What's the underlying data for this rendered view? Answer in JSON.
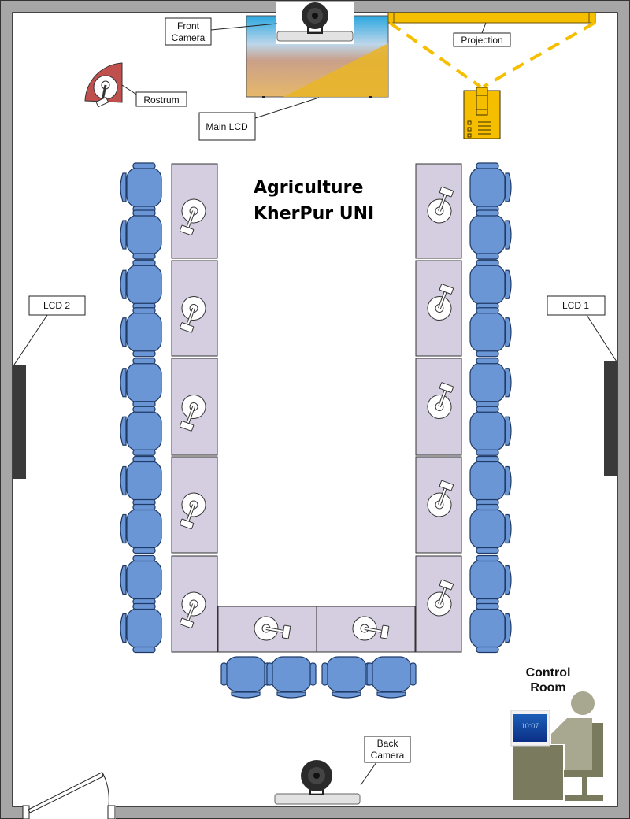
{
  "title": {
    "line1": "Agriculture",
    "line2": "KherPur UNI"
  },
  "labels": {
    "front_camera": [
      "Front",
      "Camera"
    ],
    "main_lcd": "Main LCD",
    "rostrum": "Rostrum",
    "projection": "Projection",
    "lcd1": "LCD 1",
    "lcd2": "LCD 2",
    "back_camera": [
      "Back",
      "Camera"
    ],
    "control_room": [
      "Control",
      "Room"
    ]
  },
  "touch_panel_time": "10:07",
  "colors": {
    "wall": "#a6a6a6",
    "desk": "#d5cde0",
    "chair": "#6a96d6",
    "chair_stroke": "#1f3a66",
    "projection": "#f5bf00",
    "rostrum": "#c0504d",
    "operator": "#a8a890",
    "operator_dark": "#7a7a5e"
  }
}
